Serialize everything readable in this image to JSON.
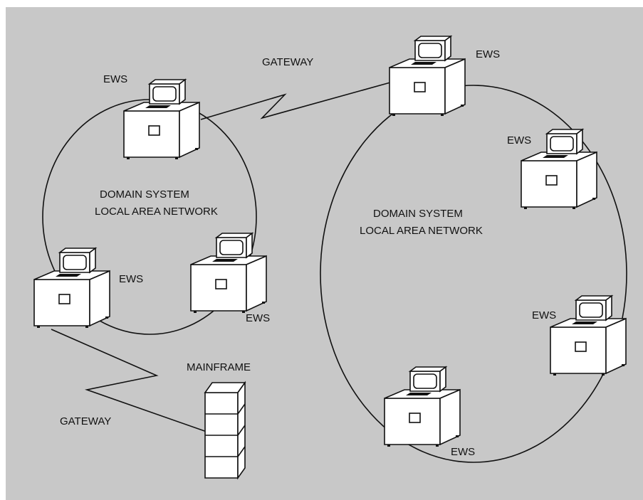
{
  "colors": {
    "background": "#c8c8c8",
    "line": "#111111",
    "device_fill": "#ffffff"
  },
  "labels": {
    "gateway_top": "GATEWAY",
    "gateway_bottom": "GATEWAY",
    "mainframe": "MAINFRAME",
    "left_network_line1": "DOMAIN SYSTEM",
    "left_network_line2": "LOCAL AREA NETWORK",
    "right_network_line1": "DOMAIN SYSTEM",
    "right_network_line2": "LOCAL AREA NETWORK",
    "ews": [
      "EWS",
      "EWS",
      "EWS",
      "EWS",
      "EWS",
      "EWS",
      "EWS"
    ]
  }
}
